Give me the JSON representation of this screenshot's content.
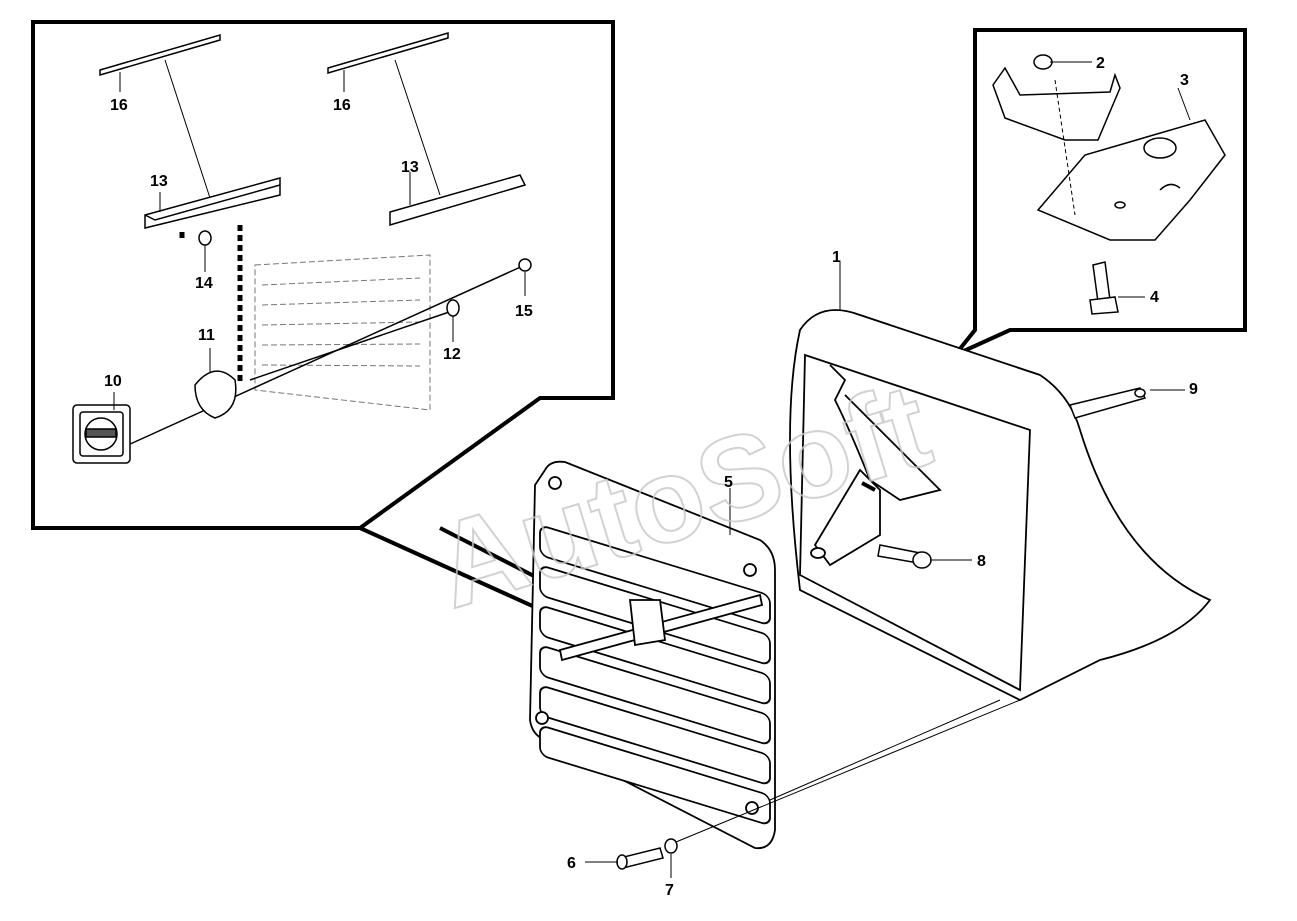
{
  "watermark": "AutoSoft",
  "labels": {
    "p1": "1",
    "p2": "2",
    "p3": "3",
    "p4": "4",
    "p5": "5",
    "p6": "6",
    "p7": "7",
    "p8": "8",
    "p9": "9",
    "p10": "10",
    "p11": "11",
    "p12": "12",
    "p13a": "13",
    "p13b": "13",
    "p14": "14",
    "p15": "15",
    "p16a": "16",
    "p16b": "16"
  },
  "colors": {
    "line": "#000000",
    "watermark": "#c8c8c8",
    "shade": "#e6e6e6"
  }
}
